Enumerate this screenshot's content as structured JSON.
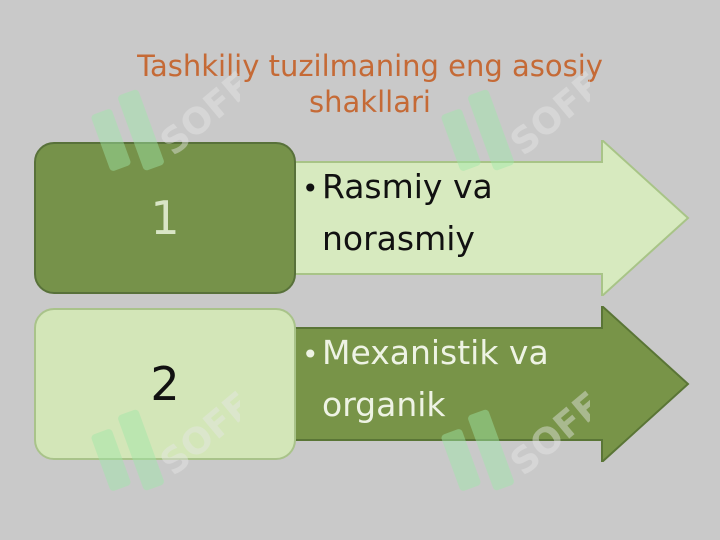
{
  "title": {
    "line1": "Tashkiliy tuzilmaning eng asosiy",
    "line2": "shakllari"
  },
  "items": [
    {
      "number": "1",
      "bullet": "•",
      "line1": "Rasmiy va",
      "line2": "norasmiy"
    },
    {
      "number": "2",
      "bullet": "•",
      "line1": "Mexanistik va",
      "line2": "organik"
    }
  ],
  "watermark": {
    "text": "SOFF",
    "icon": "soff-logo-icon"
  },
  "colors": {
    "background": "#c9c9c9",
    "title": "#c56a36",
    "dark_green": "#76924a",
    "light_green": "#d3e6b8",
    "watermark_green": "#8be09a"
  }
}
